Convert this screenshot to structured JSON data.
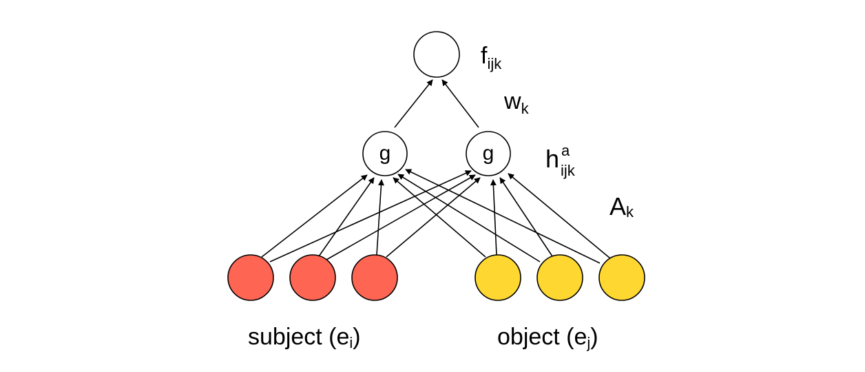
{
  "diagram": {
    "colors": {
      "subject": "#fe6553",
      "object": "#fed730",
      "hidden": "#ffffff",
      "output": "#ffffff",
      "stroke": "#000000"
    },
    "output_node": {
      "label_base": "f",
      "label_sub": "ijk"
    },
    "weight_label": {
      "base": "w",
      "sub": "k"
    },
    "hidden_nodes": [
      {
        "id": "g1",
        "text": "g"
      },
      {
        "id": "g2",
        "text": "g"
      }
    ],
    "hidden_label": {
      "base": "h",
      "sup": "a",
      "sub": "ijk"
    },
    "tensor_label": {
      "base": "A",
      "sub": "k"
    },
    "subject_group": {
      "label_prefix": "subject (e",
      "label_sub": "i",
      "label_suffix": ")",
      "count": 3
    },
    "object_group": {
      "label_prefix": "object (e",
      "label_sub": "j",
      "label_suffix": ")",
      "count": 3
    }
  }
}
